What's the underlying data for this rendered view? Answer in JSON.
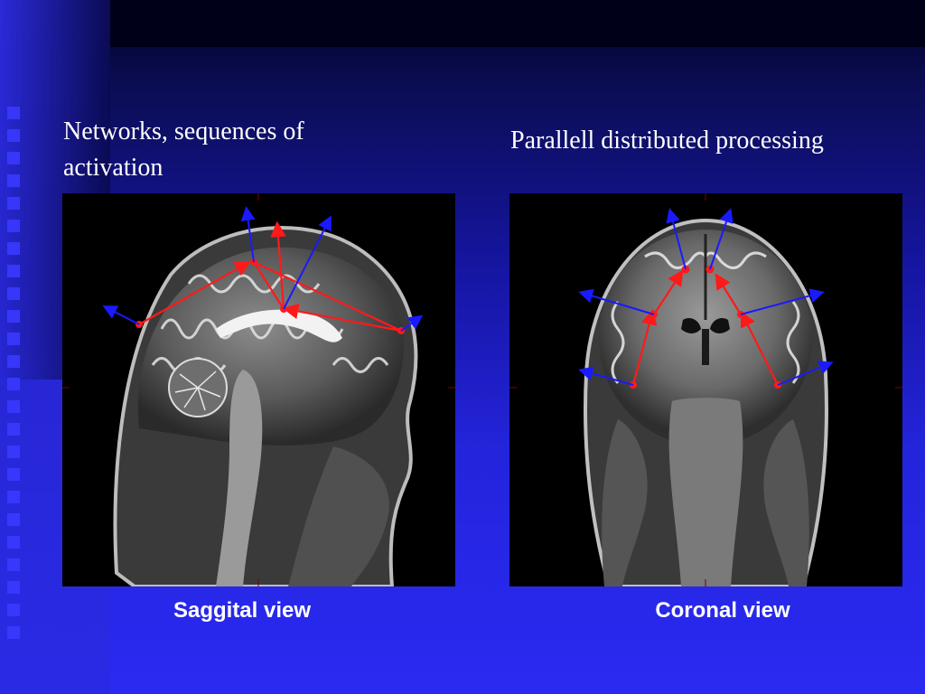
{
  "slide": {
    "heading_left": "Networks, sequences of activation",
    "heading_right": "Parallell distributed processing",
    "caption_left": "Saggital view",
    "caption_right": "Coronal view"
  },
  "images": {
    "left": "sagittal-mri-brain",
    "right": "coronal-mri-brain"
  },
  "colors": {
    "background": "#2a2af2",
    "text": "#ffffff",
    "network_lines": "#ff1a1a",
    "output_arrows": "#1a1aff"
  }
}
